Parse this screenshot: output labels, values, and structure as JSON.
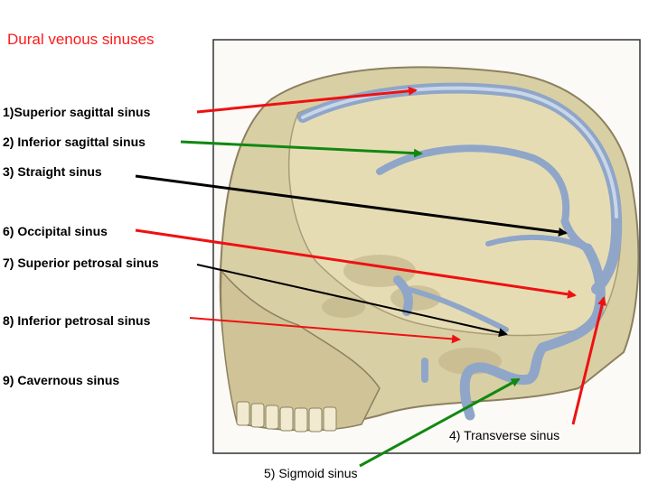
{
  "title": "Dural venous sinuses",
  "labels": {
    "superior_sagittal": "1)Superior sagittal sinus",
    "inferior_sagittal": "2) Inferior sagittal sinus",
    "straight": "3) Straight sinus",
    "occipital": "6) Occipital sinus",
    "superior_petrosal": "7) Superior petrosal sinus",
    "inferior_petrosal": "8) Inferior petrosal sinus",
    "cavernous": "9) Cavernous sinus",
    "transverse": "4) Transverse sinus",
    "sigmoid": "5) Sigmoid sinus"
  },
  "colors": {
    "title": "#ff1a1a",
    "arrow_red": "#ee1111",
    "arrow_green": "#118811",
    "arrow_black": "#000000",
    "bone": "#d9cfa5",
    "sinus": "#8fa6c8"
  }
}
